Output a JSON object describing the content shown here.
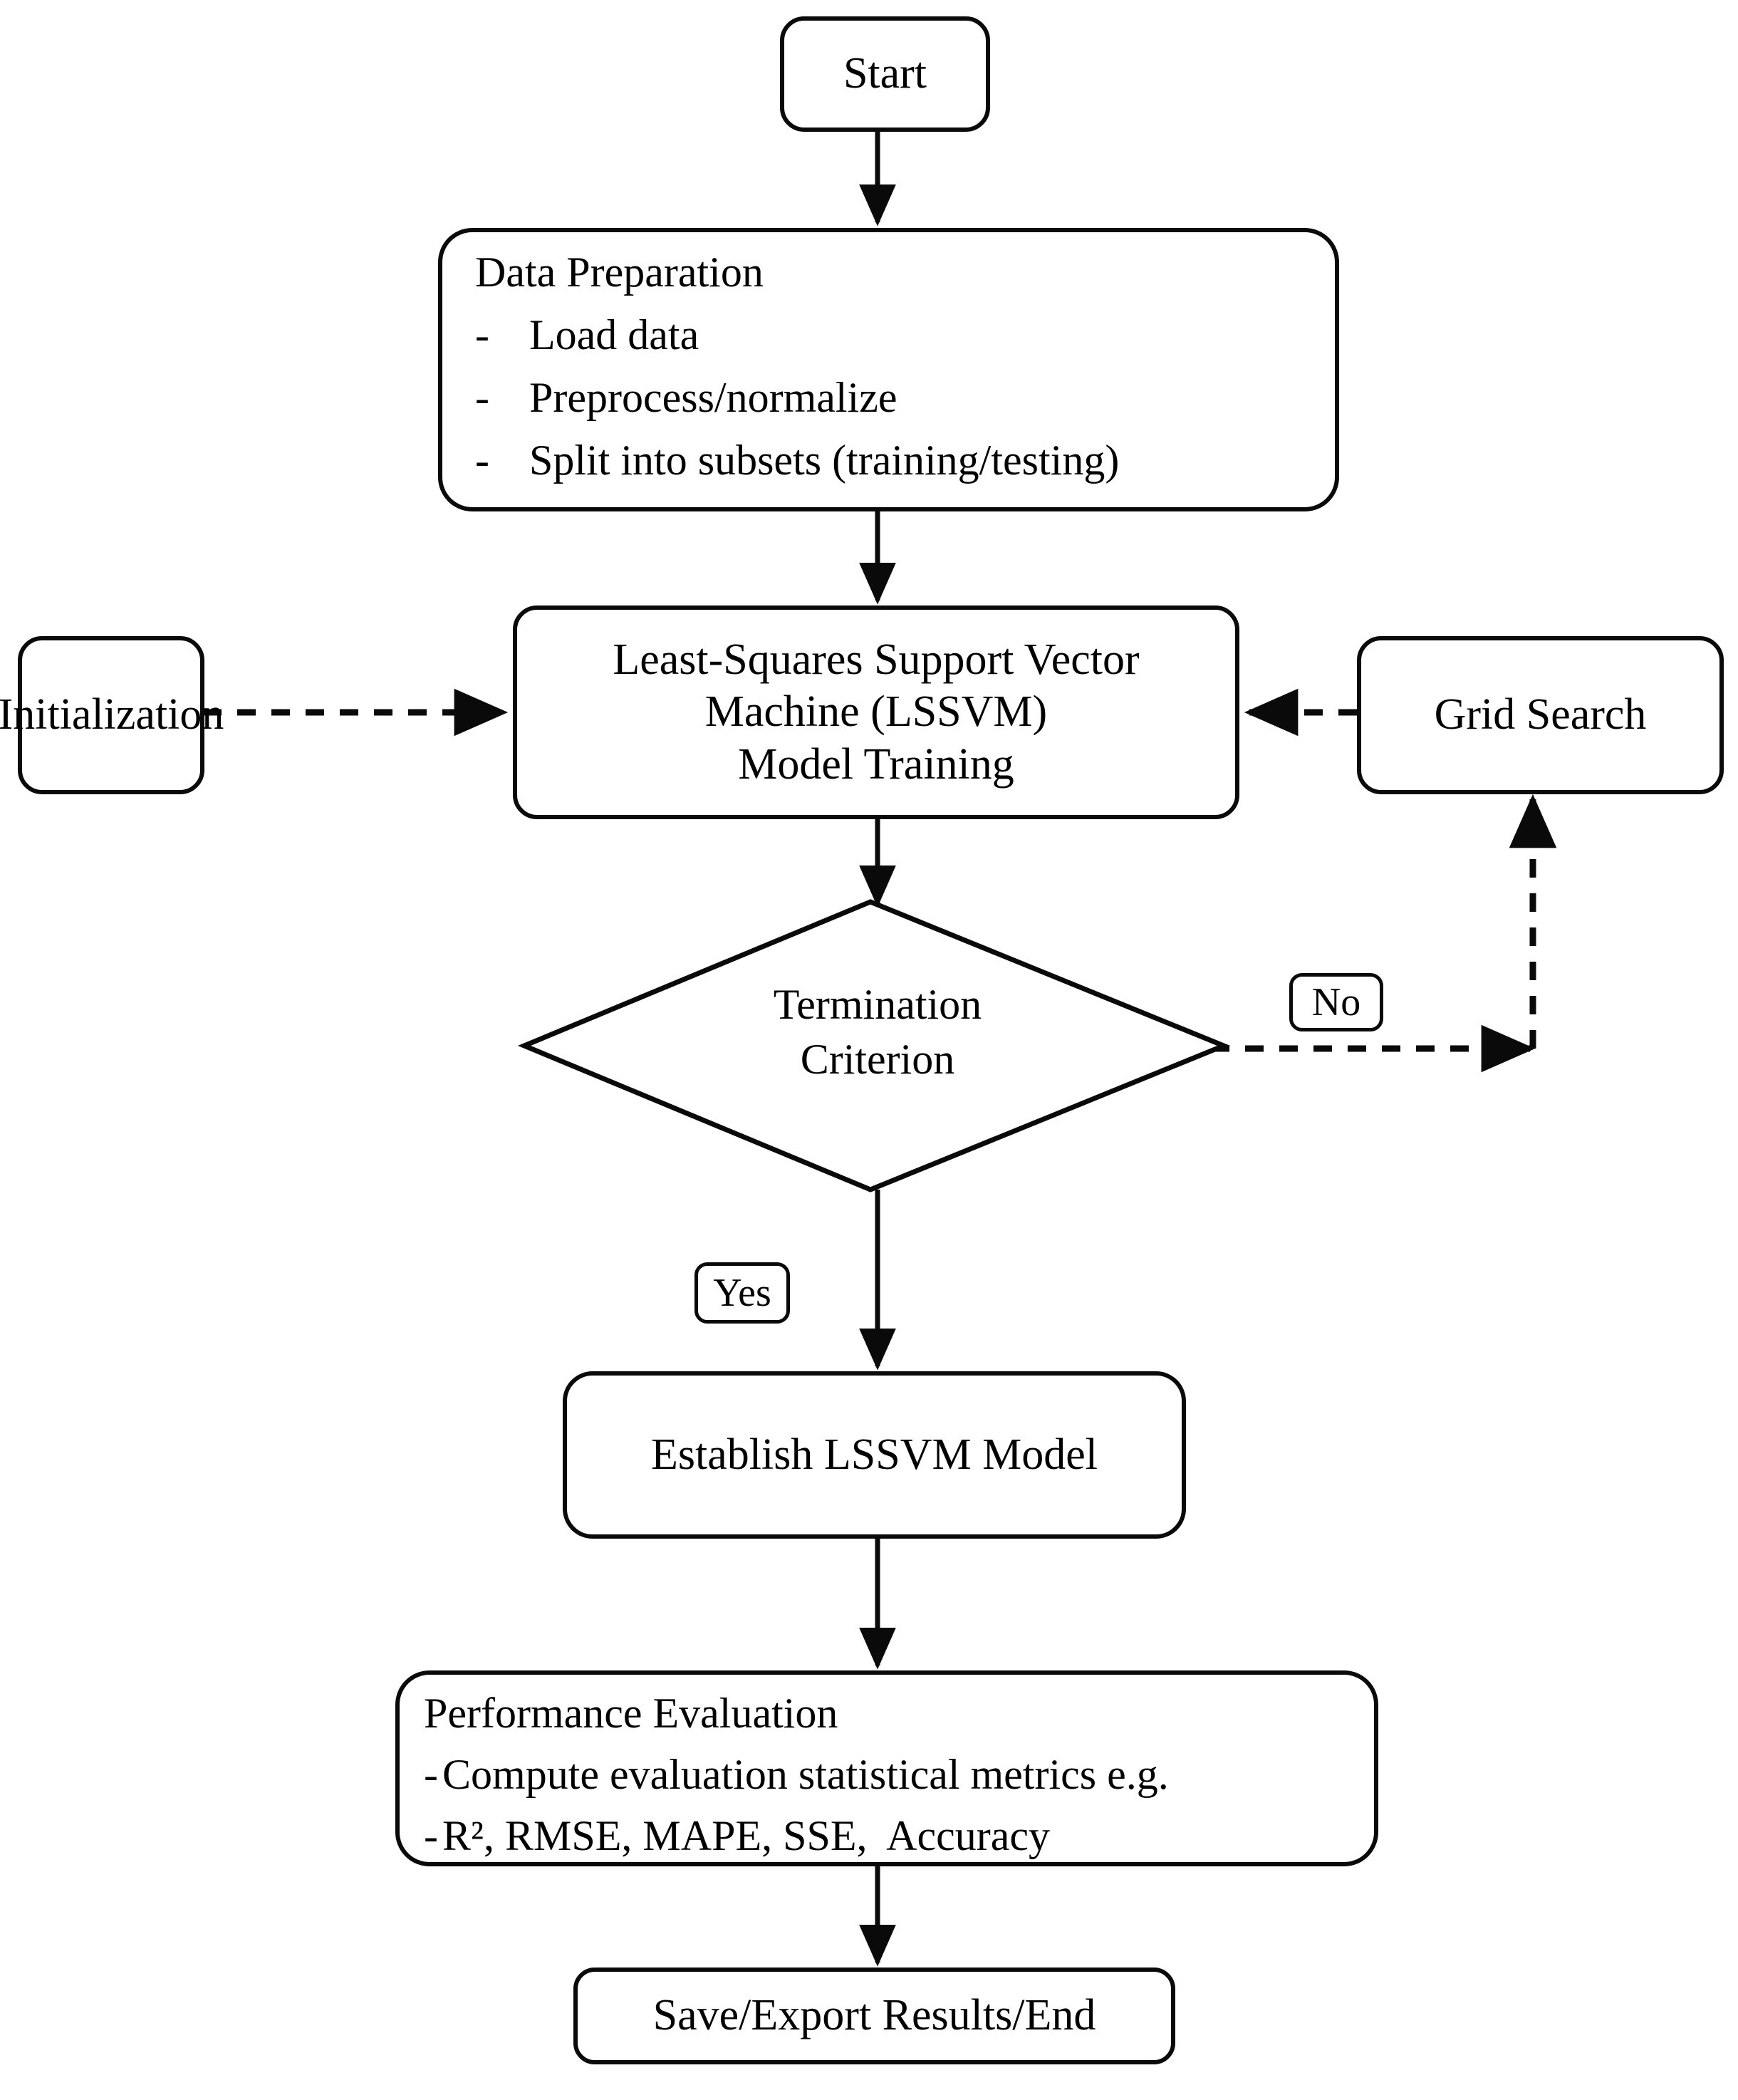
{
  "diagram": {
    "title": "LSSVM Modeling Workflow Flowchart",
    "type": "flowchart",
    "orientation": "top-to-bottom",
    "colors": {
      "stroke": "#0a0a0a",
      "fill": "#ffffff",
      "text": "#000000"
    },
    "nodes": {
      "start": {
        "label": "Start",
        "shape": "rounded-rectangle"
      },
      "data_preparation": {
        "title": "Data Preparation",
        "shape": "rounded-rectangle",
        "bullet": "-",
        "items": [
          "Load data",
          "Preprocess/normalize",
          "Split into subsets (training/testing)"
        ]
      },
      "initialization": {
        "label": "Initialization",
        "shape": "rounded-rectangle"
      },
      "lssvm_training": {
        "shape": "rounded-rectangle",
        "lines": [
          "Least-Squares Support Vector",
          "Machine (LSSVM)",
          "Model Training"
        ]
      },
      "grid_search": {
        "label": "Grid Search",
        "shape": "rounded-rectangle"
      },
      "termination_criterion": {
        "shape": "diamond",
        "lines": [
          "Termination",
          "Criterion"
        ]
      },
      "establish_model": {
        "label": "Establish LSSVM Model",
        "shape": "rounded-rectangle"
      },
      "performance_evaluation": {
        "title": "Performance Evaluation",
        "shape": "rounded-rectangle",
        "bullet": "-",
        "items": [
          "Compute evaluation statistical metrics e.g.",
          "R², RMSE, MAPE, SSE,  Accuracy"
        ]
      },
      "save_export": {
        "label": "Save/Export Results/End",
        "shape": "rounded-rectangle"
      }
    },
    "edge_labels": {
      "no": "No",
      "yes": "Yes"
    },
    "edges": [
      {
        "from": "start",
        "to": "data_preparation",
        "style": "solid",
        "label": ""
      },
      {
        "from": "data_preparation",
        "to": "lssvm_training",
        "style": "solid",
        "label": ""
      },
      {
        "from": "initialization",
        "to": "lssvm_training",
        "style": "dashed",
        "label": ""
      },
      {
        "from": "grid_search",
        "to": "lssvm_training",
        "style": "dashed",
        "label": ""
      },
      {
        "from": "lssvm_training",
        "to": "termination_criterion",
        "style": "solid",
        "label": ""
      },
      {
        "from": "termination_criterion",
        "to": "grid_search",
        "style": "dashed",
        "label": "No"
      },
      {
        "from": "termination_criterion",
        "to": "establish_model",
        "style": "solid",
        "label": "Yes"
      },
      {
        "from": "establish_model",
        "to": "performance_evaluation",
        "style": "solid",
        "label": ""
      },
      {
        "from": "performance_evaluation",
        "to": "save_export",
        "style": "solid",
        "label": ""
      }
    ]
  }
}
